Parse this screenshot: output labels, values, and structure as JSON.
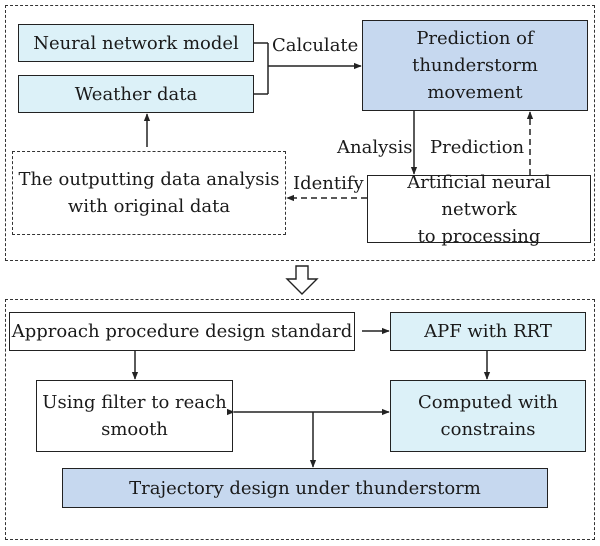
{
  "nodes": {
    "neural_network_model": "Neural network model",
    "weather_data": "Weather data",
    "prediction_movement": "Prediction of\nthunderstorm\nmovement",
    "outputting_analysis": "The outputting data analysis\nwith original data",
    "ann_processing": "Artificial neural network\nto processing",
    "approach_standard": "Approach procedure design standard",
    "apf_rrt": "APF with RRT",
    "filter_smooth": "Using filter to reach\nsmooth",
    "computed_constraints": "Computed with\nconstrains",
    "trajectory_design": "Trajectory design under thunderstorm"
  },
  "edge_labels": {
    "calculate": "Calculate",
    "analysis": "Analysis",
    "prediction": "Prediction",
    "identify": "Identify"
  },
  "colors": {
    "light_blue_fill": "#dcf1f8",
    "medium_blue_fill": "#c6d8ef",
    "line": "#222222"
  }
}
